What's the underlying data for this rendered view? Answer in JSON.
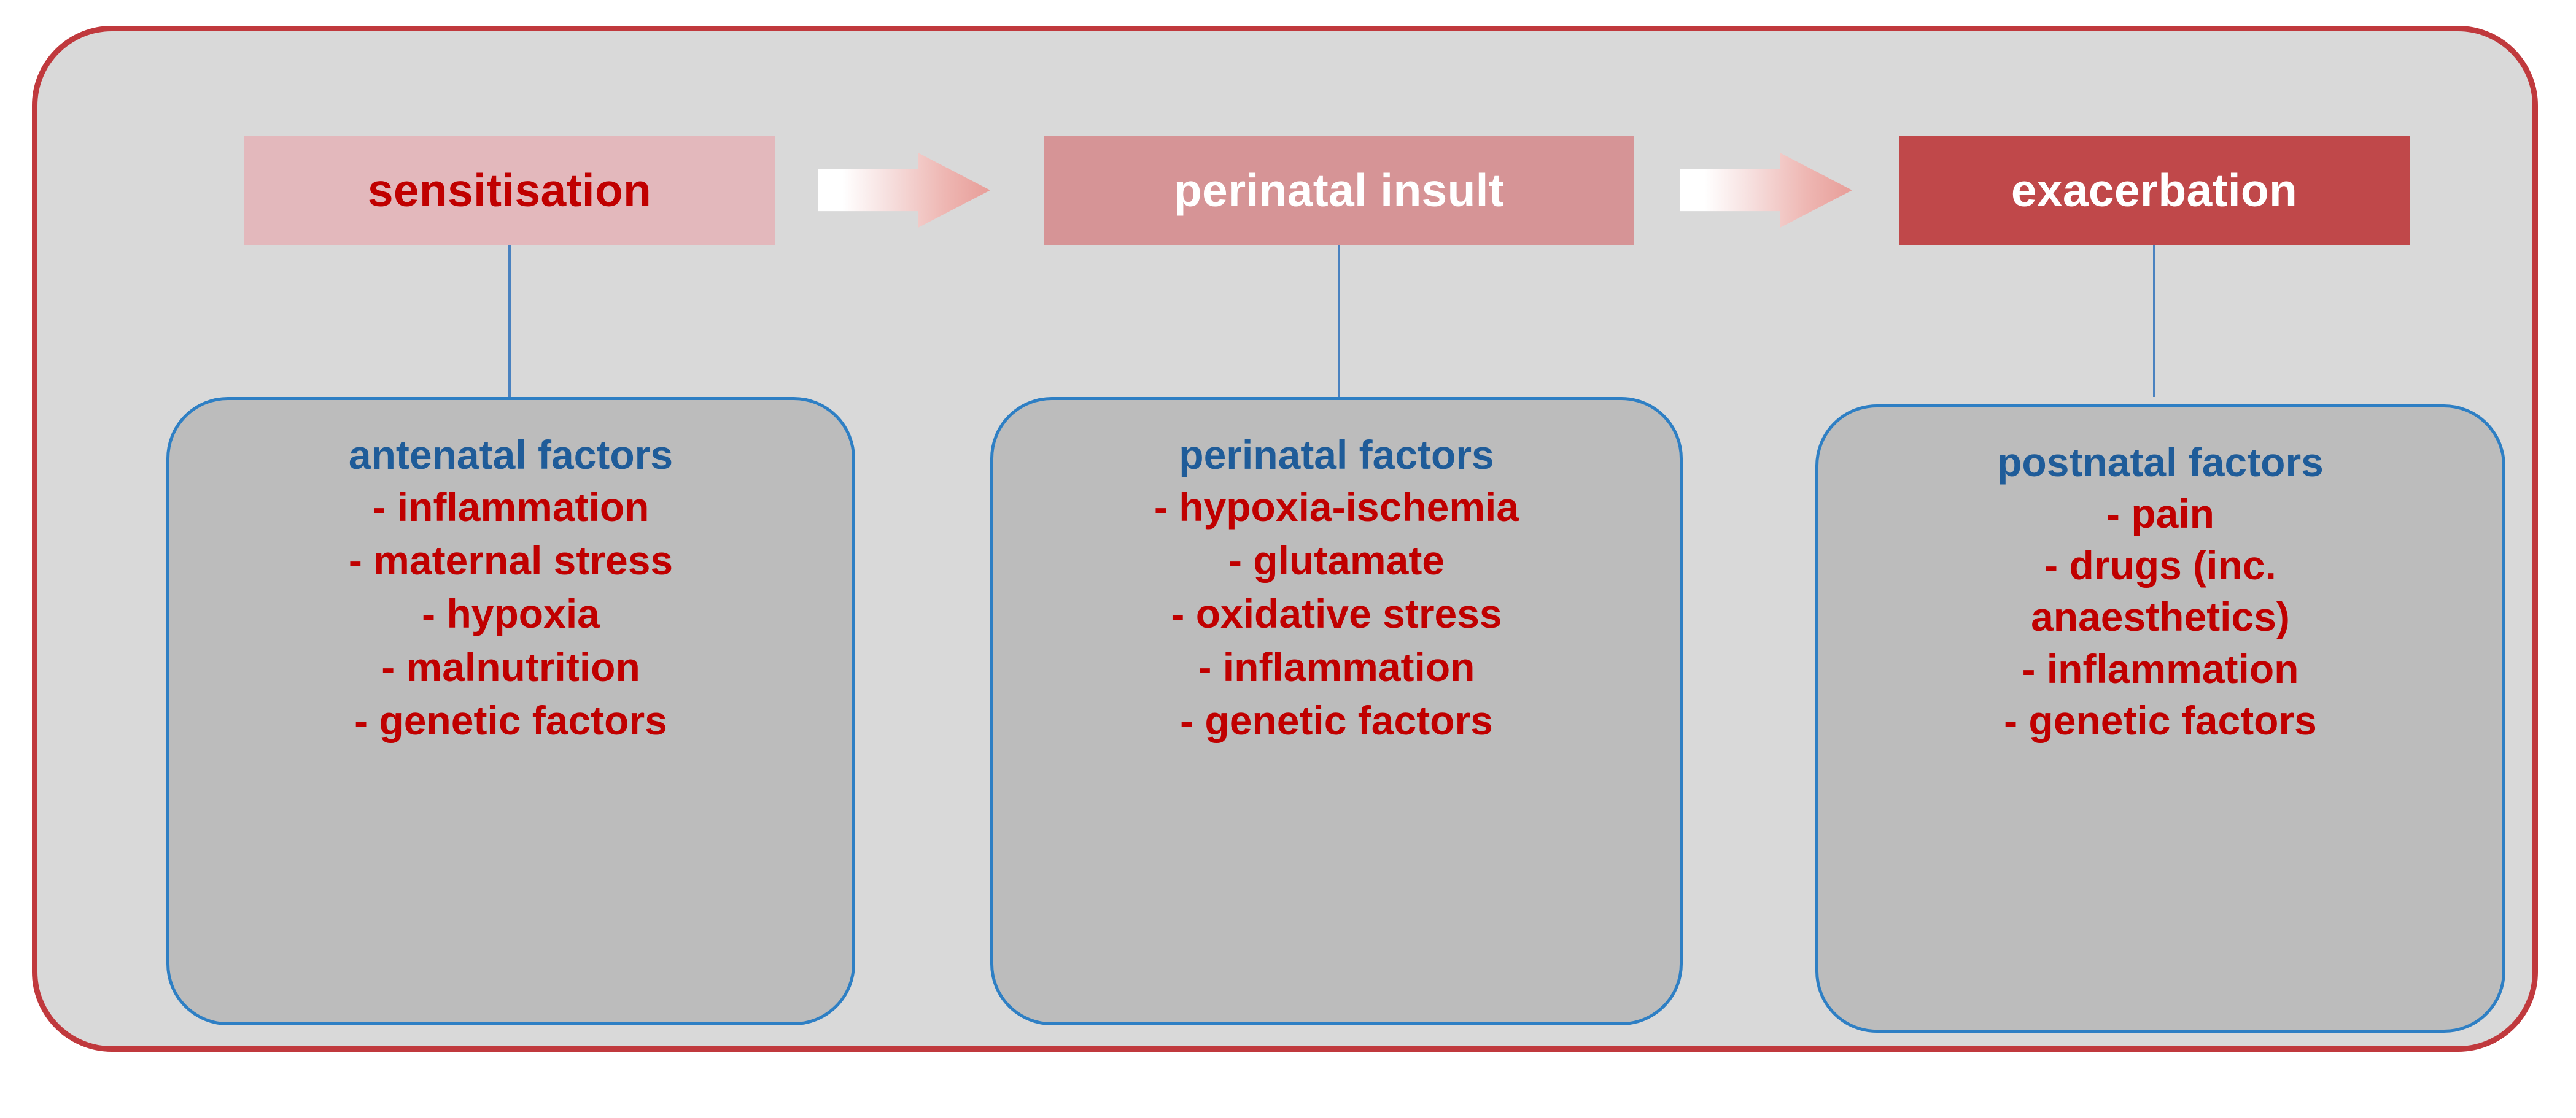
{
  "diagram": {
    "title_sequence": [
      "sensitisation",
      "perinatal insult",
      "exacerbation"
    ],
    "colors": {
      "panel_background": "#D9D9D9",
      "panel_border": "#C0393D",
      "card_background": "#BCBCBC",
      "card_border": "#2E7FC4",
      "connector_line": "#4A82C0",
      "heading_blue": "#1F5C99",
      "item_red": "#C00000",
      "chip_light_pink": "#E3B8BC",
      "chip_medium_pink": "#D69496",
      "chip_dark_red": "#C0484A",
      "arrow_gradient_from": "#FFFFFF",
      "arrow_gradient_to": "#E79D98"
    },
    "stages": [
      {
        "chip_label": "sensitisation",
        "card_title": "antenatal factors",
        "card_items": [
          "- inflammation",
          "- maternal stress",
          "- hypoxia",
          "- malnutrition",
          "- genetic factors"
        ]
      },
      {
        "chip_label": "perinatal insult",
        "card_title": "perinatal factors",
        "card_items": [
          "- hypoxia-ischemia",
          "- glutamate",
          "- oxidative stress",
          "- inflammation",
          "- genetic factors"
        ]
      },
      {
        "chip_label": "exacerbation",
        "card_title": "postnatal factors",
        "card_items": [
          "- pain",
          "- drugs (inc.",
          "anaesthetics)",
          "- inflammation",
          "- genetic factors"
        ]
      }
    ],
    "arrows": [
      {
        "name": "arrow-stage1-to-stage2",
        "direction": "right"
      },
      {
        "name": "arrow-stage2-to-stage3",
        "direction": "right"
      }
    ]
  }
}
